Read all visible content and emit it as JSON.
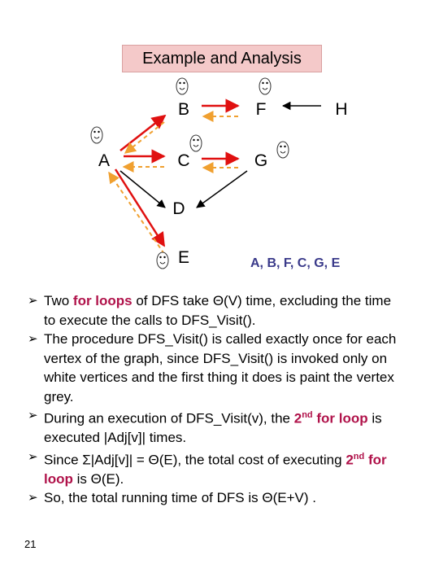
{
  "title": "Example and Analysis",
  "vertices": {
    "A": "A",
    "B": "B",
    "C": "C",
    "D": "D",
    "E": "E",
    "F": "F",
    "G": "G",
    "H": "H"
  },
  "visit_order": [
    "A",
    "B",
    "F",
    "C",
    "G",
    "E"
  ],
  "colors": {
    "title_bg": "#f4c9c9",
    "tree_edge": "#e01010",
    "back_edge": "#f0a030",
    "highlight": "#b0124a",
    "order_text": "#3a3a8a"
  },
  "bullets": [
    [
      {
        "t": "Two "
      },
      {
        "t": "for loops",
        "hl": true
      },
      {
        "t": " of DFS take Θ(V) time, excluding the time to execute the calls to DFS_Visit()."
      }
    ],
    [
      {
        "t": "The procedure DFS_Visit() is called exactly once for each vertex of the graph, since DFS_Visit() is invoked only on white vertices and the first thing it does is paint the vertex grey."
      }
    ],
    [
      {
        "t": "During an execution of DFS_Visit(v), the "
      },
      {
        "t": "2",
        "hl": true
      },
      {
        "t": "nd",
        "hl": true,
        "sup": true
      },
      {
        "t": " for loop",
        "hl": true
      },
      {
        "t": " is executed |Adj[v]| times."
      }
    ],
    [
      {
        "t": "Since Σ|Adj[v]| = Θ(E), the total cost of executing "
      },
      {
        "t": "2",
        "hl": true
      },
      {
        "t": "nd",
        "hl": true,
        "sup": true
      },
      {
        "t": " for loop",
        "hl": true
      },
      {
        "t": " is Θ(E)."
      }
    ],
    [
      {
        "t": "So, the total running time of DFS is Θ(E+V) ."
      }
    ]
  ],
  "bullet_arrow": "➢",
  "page_number": "21"
}
